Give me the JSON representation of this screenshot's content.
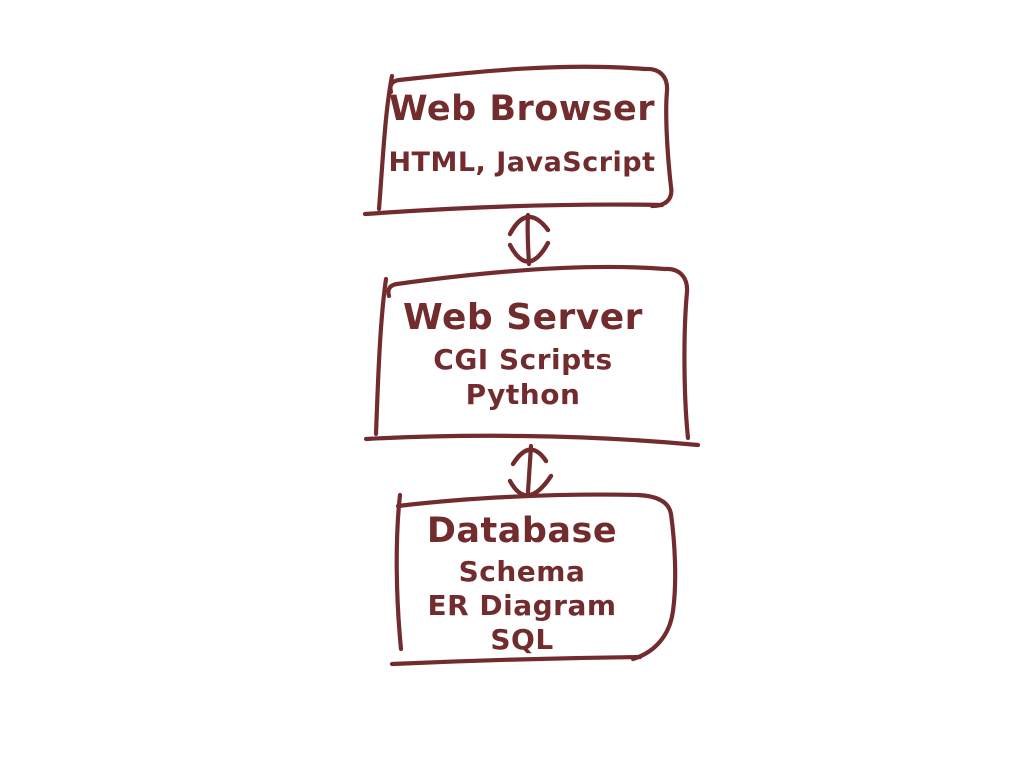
{
  "canvas": {
    "background": "#ffffff",
    "ink_color": "#722c2e",
    "style": "hand-drawn-sketch"
  },
  "diagram": {
    "nodes": [
      {
        "id": "web-browser",
        "title": "Web Browser",
        "lines": [
          "HTML, JavaScript"
        ]
      },
      {
        "id": "web-server",
        "title": "Web Server",
        "lines": [
          "CGI Scripts",
          "Python"
        ]
      },
      {
        "id": "database",
        "title": "Database",
        "lines": [
          "Schema",
          "ER Diagram",
          "SQL"
        ]
      }
    ],
    "connectors": [
      {
        "type": "double-headed-arrow",
        "from": "web-browser",
        "to": "web-server",
        "direction": "vertical"
      },
      {
        "type": "double-headed-arrow",
        "from": "web-server",
        "to": "database",
        "direction": "vertical"
      }
    ]
  }
}
